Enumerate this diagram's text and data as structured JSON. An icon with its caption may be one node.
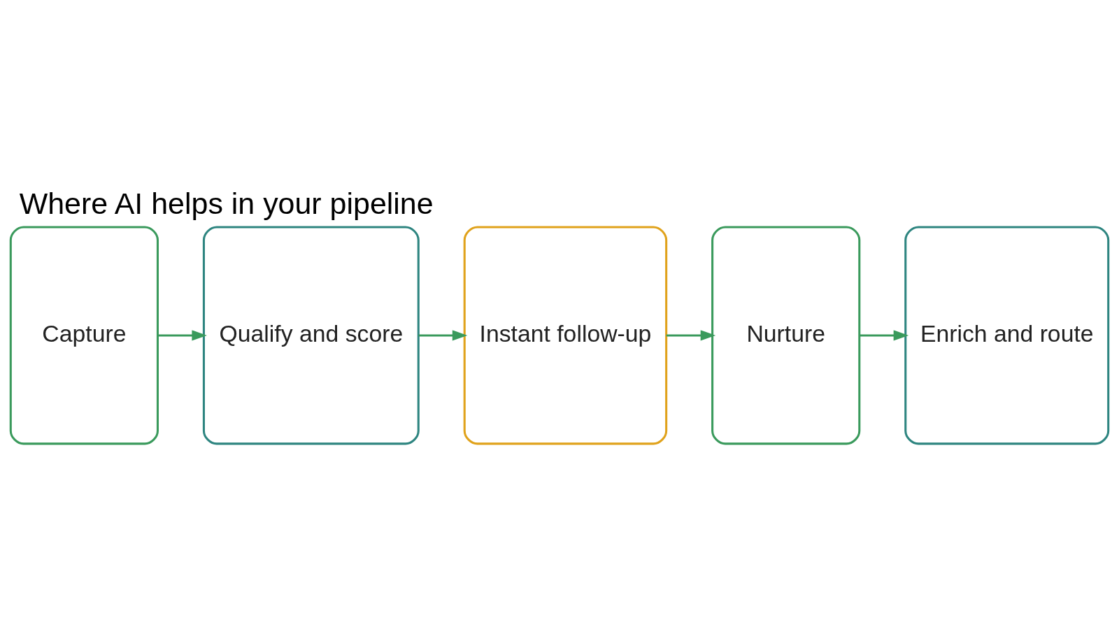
{
  "diagram": {
    "title": "Where AI helps in your pipeline",
    "nodes": [
      {
        "text": [
          "Capture"
        ]
      },
      {
        "text": [
          "Qualify and score"
        ]
      },
      {
        "text": [
          "Instant follow-up"
        ]
      },
      {
        "text": [
          "Nurture"
        ]
      },
      {
        "text": [
          "Enrich and route"
        ]
      }
    ],
    "edges": [
      {
        "from": 0,
        "to": 1,
        "arrow": "to"
      },
      {
        "from": 1,
        "to": 2,
        "arrow": "to"
      },
      {
        "from": 2,
        "to": 3,
        "arrow": "to"
      },
      {
        "from": 3,
        "to": 4,
        "arrow": "to"
      }
    ]
  }
}
